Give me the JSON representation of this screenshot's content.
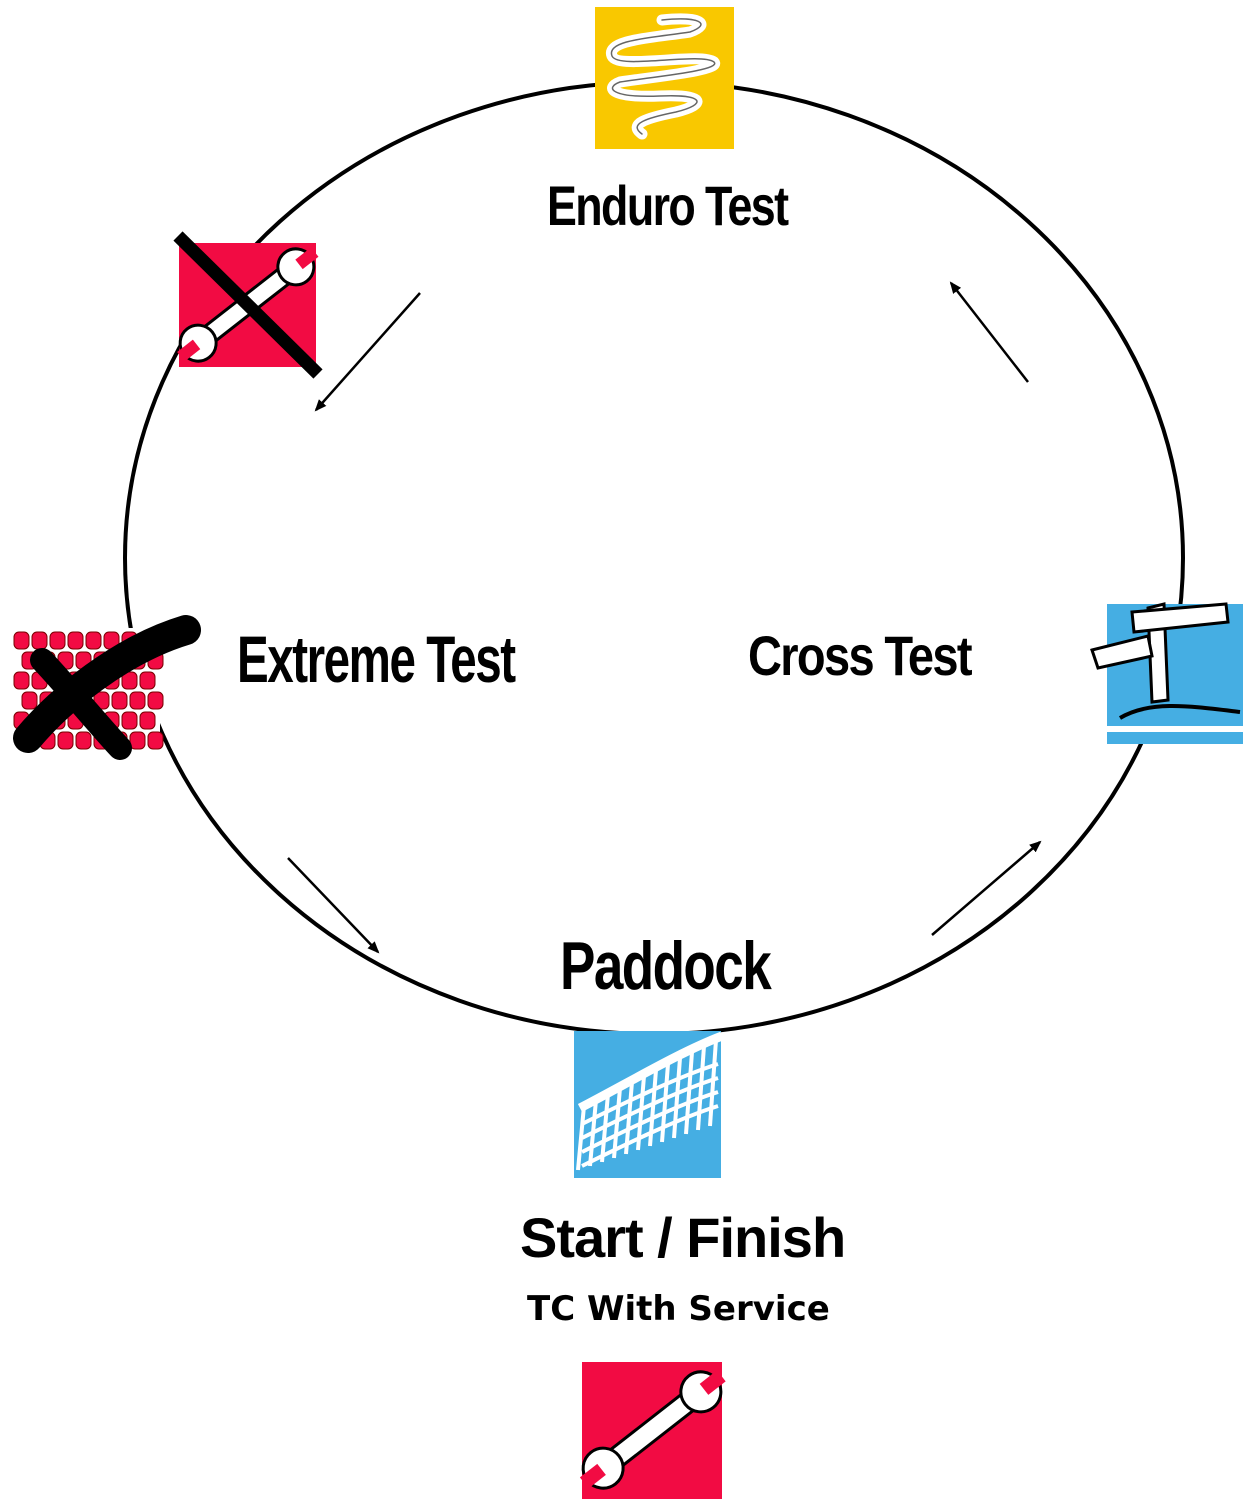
{
  "labels": {
    "enduro": "Enduro Test",
    "extreme": "Extreme Test",
    "cross": "Cross Test",
    "paddock": "Paddock",
    "start_finish": "Start / Finish",
    "tc_service": "TC With Service"
  },
  "colors": {
    "yellow": "#f9c800",
    "red": "#f20b43",
    "blue": "#45aee3",
    "line": "#000000"
  },
  "icons": {
    "enduro": "squiggle-icon",
    "no_service": "crossed-wrench-icon",
    "extreme": "crossed-rock-icon",
    "cross": "signpost-icon",
    "start_finish": "finish-net-icon",
    "service": "wrench-icon"
  }
}
